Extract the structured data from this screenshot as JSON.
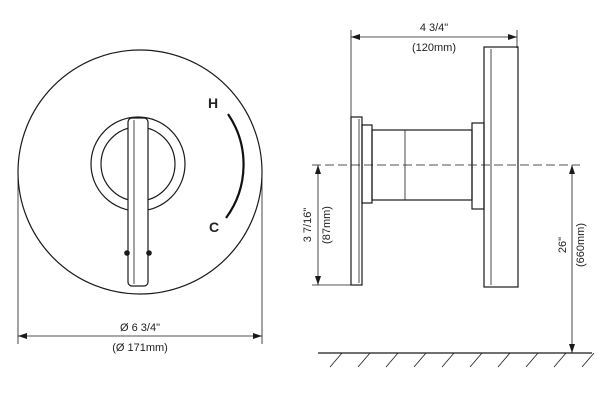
{
  "front_view": {
    "hot_label": "H",
    "cold_label": "C",
    "diameter_in": "Ø 6 3/4\"",
    "diameter_mm": "(Ø 171mm)"
  },
  "side_view": {
    "depth_in": "4 3/4\"",
    "depth_mm": "(120mm)",
    "offset_in": "3 7/16\"",
    "offset_mm": "(87mm)",
    "height_in": "26\"",
    "height_mm": "(660mm)"
  }
}
